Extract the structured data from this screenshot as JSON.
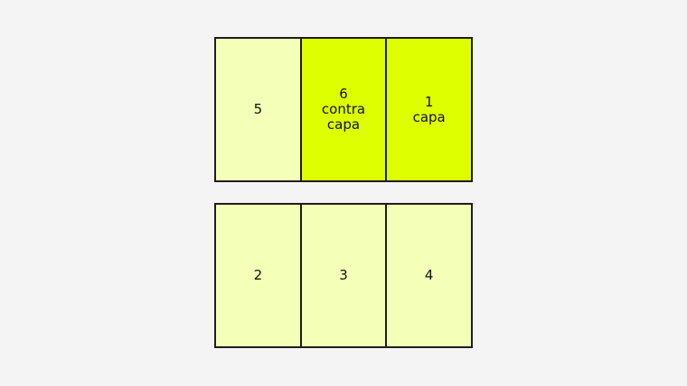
{
  "colors": {
    "background": "#f4f4f4",
    "light_panel": "#f4ffb8",
    "highlight_panel": "#ddff00",
    "border": "#1e1e1e"
  },
  "rows": [
    {
      "panels": [
        {
          "number": "5",
          "label": "",
          "style": "light"
        },
        {
          "number": "6",
          "label": "contra capa",
          "label_line1": "contra",
          "label_line2": "capa",
          "style": "bright"
        },
        {
          "number": "1",
          "label": "capa",
          "label_line1": "capa",
          "label_line2": "",
          "style": "bright"
        }
      ]
    },
    {
      "panels": [
        {
          "number": "2",
          "label": "",
          "style": "light"
        },
        {
          "number": "3",
          "label": "",
          "style": "light"
        },
        {
          "number": "4",
          "label": "",
          "style": "light"
        }
      ]
    }
  ]
}
